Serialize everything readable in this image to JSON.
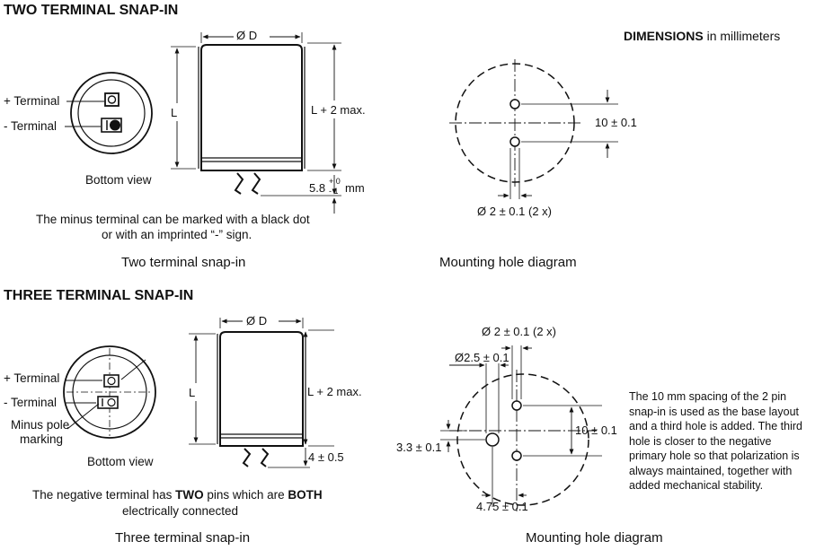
{
  "header": {
    "title1": "TWO TERMINAL SNAP-IN",
    "dims_bold": "DIMENSIONS",
    "dims_rest": "in millimeters"
  },
  "two": {
    "plus_terminal": "+ Terminal",
    "minus_terminal": "- Terminal",
    "bottom_view": "Bottom view",
    "diameter": "Ø D",
    "length": "L",
    "length_max": "L + 2 max.",
    "pin_length": "5.8",
    "tol_plus": "+ 0",
    "tol_minus": "- 1",
    "pin_unit": "mm",
    "note_line1": "The minus terminal can be marked with a black dot",
    "note_line2": "or with an imprinted “-” sign.",
    "caption": "Two terminal snap-in",
    "mount_spacing": "10 ± 0.1",
    "mount_hole": "Ø 2 ± 0.1 (2 x)",
    "mount_caption": "Mounting hole diagram"
  },
  "three": {
    "title": "THREE TERMINAL SNAP-IN",
    "plus_terminal": "+ Terminal",
    "minus_terminal": "- Terminal",
    "minus_pole_1": "Minus pole",
    "minus_pole_2": "marking",
    "bottom_view": "Bottom view",
    "diameter": "Ø D",
    "length": "L",
    "length_max": "L + 2 max.",
    "pin_length": "4 ± 0.5",
    "note_pre": "The negative terminal has ",
    "note_b1": "TWO",
    "note_mid": " pins which are ",
    "note_b2": "BOTH",
    "note_line2": "electrically connected",
    "caption": "Three terminal snap-in",
    "mount_hole_small": "Ø 2 ± 0.1 (2 x)",
    "mount_hole_large": "Ø2.5 ± 0.1",
    "mount_spacing": "10 ± 0.1",
    "mount_offset": "3.3 ± 0.1",
    "mount_horiz": "4.75 ± 0.1",
    "mount_caption": "Mounting hole diagram",
    "explain": "The 10 mm spacing of the 2 pin snap-in is used as the base layout and a third hole is added. The third hole is closer to the negative primary hole so that polarization is always maintained, together with added mechanical stability."
  }
}
